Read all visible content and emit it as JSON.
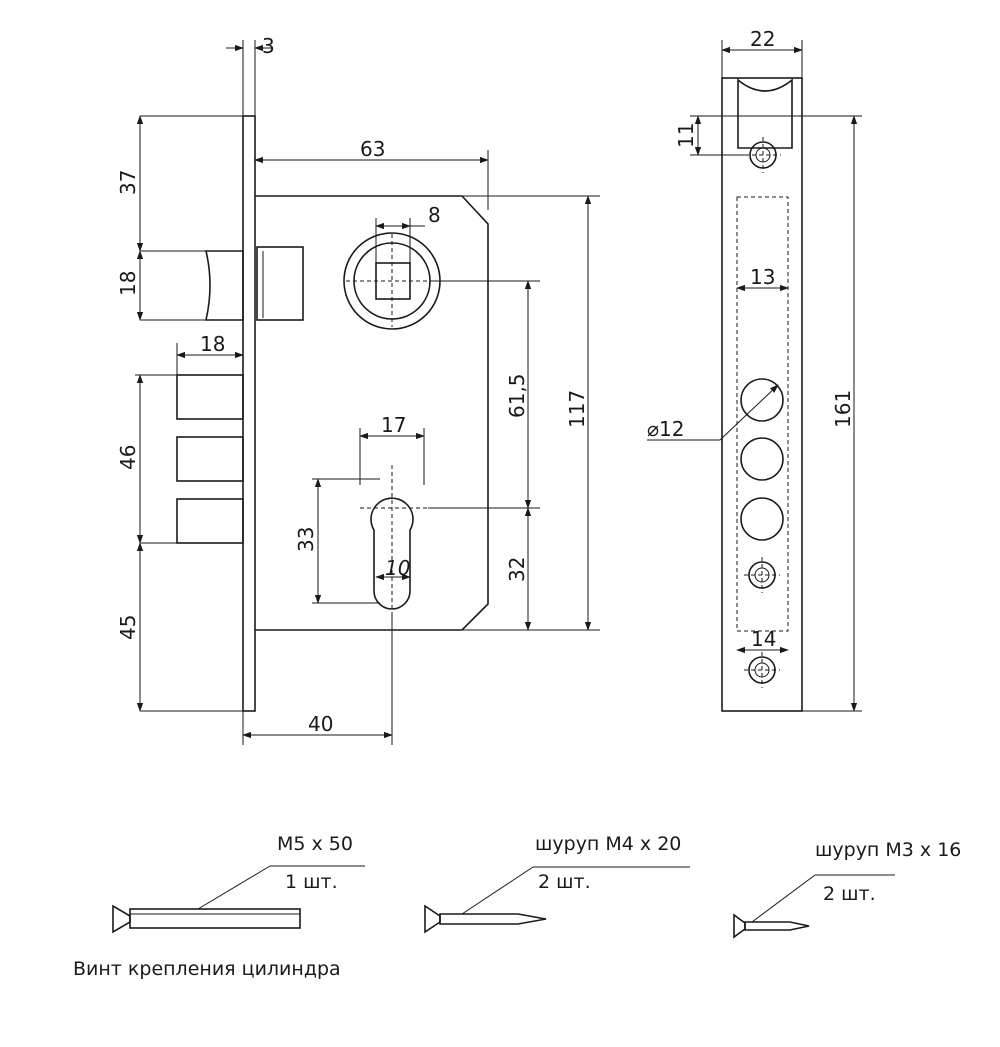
{
  "dimensions": {
    "faceplate_thickness": "3",
    "backset_top": "37",
    "latch_height": "18",
    "latch_projection": "18",
    "body_width": "63",
    "spindle_square": "8",
    "bolt_span": "46",
    "bottom_offset": "45",
    "backset": "40",
    "cylinder_width": "17",
    "cylinder_height": "33",
    "cylinder_small": "10",
    "handle_to_cylinder": "61,5",
    "body_height": "117",
    "cylinder_bottom": "32",
    "faceplate_width": "22",
    "screw_hole_offset": "11",
    "cutout_width": "13",
    "bolt_hole_diameter": "⌀12",
    "faceplate_length": "161",
    "bottom_cutout": "14"
  },
  "hardware": [
    {
      "spec": "M5 x 50",
      "qty": "1 шт.",
      "caption": "Винт крепления цилиндра"
    },
    {
      "spec": "шуруп M4 x 20",
      "qty": "2 шт."
    },
    {
      "spec": "шуруп M3 x 16",
      "qty": "2 шт."
    }
  ]
}
